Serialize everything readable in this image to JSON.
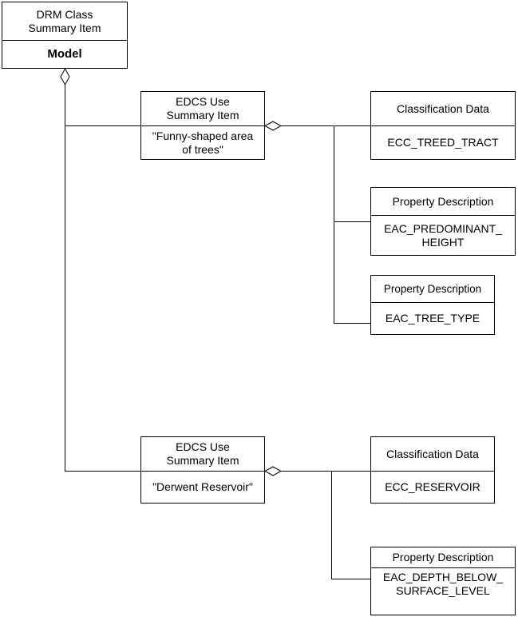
{
  "diagram": {
    "type": "uml-object-aggregation-diagram",
    "background_color": "#ffffff",
    "line_color": "#000000",
    "text_color": "#000000",
    "nodes": [
      {
        "id": "drm-class-summary-item",
        "name": "drm-class-summary-item-box",
        "header": "DRM Class\nSummary Item",
        "body": "Model",
        "body_bold": true
      },
      {
        "id": "edcs-use-summary-item-trees",
        "name": "edcs-use-summary-item-trees-box",
        "header": "EDCS Use\nSummary Item",
        "body": "\"Funny-shaped area\nof trees\"",
        "body_bold": false
      },
      {
        "id": "classification-data-treed-tract",
        "name": "classification-data-treed-tract-box",
        "header": "Classification Data",
        "body": "ECC_TREED_TRACT",
        "body_bold": false
      },
      {
        "id": "property-description-predominant-height",
        "name": "property-description-predominant-height-box",
        "header": "Property Description",
        "body": "EAC_PREDOMINANT_\nHEIGHT",
        "body_bold": false
      },
      {
        "id": "property-description-tree-type",
        "name": "property-description-tree-type-box",
        "header": "Property Description",
        "body": "EAC_TREE_TYPE",
        "body_bold": false
      },
      {
        "id": "edcs-use-summary-item-reservoir",
        "name": "edcs-use-summary-item-reservoir-box",
        "header": "EDCS Use\nSummary Item",
        "body": "\"Derwent Reservoir\"",
        "body_bold": false
      },
      {
        "id": "classification-data-reservoir",
        "name": "classification-data-reservoir-box",
        "header": "Classification Data",
        "body": "ECC_RESERVOIR",
        "body_bold": false
      },
      {
        "id": "property-description-depth-below-surface",
        "name": "property-description-depth-below-surface-box",
        "header": "Property Description",
        "body": "EAC_DEPTH_BELOW_\nSURFACE_LEVEL",
        "body_bold": false
      }
    ],
    "connectors": [
      {
        "id": "aggregation-drm-to-edcs-uses",
        "name": "aggregation-diamond-drm",
        "symbol": "open-diamond"
      },
      {
        "id": "aggregation-edcs-trees-to-children",
        "name": "aggregation-diamond-edcs-trees",
        "symbol": "open-diamond"
      },
      {
        "id": "aggregation-edcs-reservoir-to-children",
        "name": "aggregation-diamond-edcs-reservoir",
        "symbol": "open-diamond"
      }
    ]
  }
}
